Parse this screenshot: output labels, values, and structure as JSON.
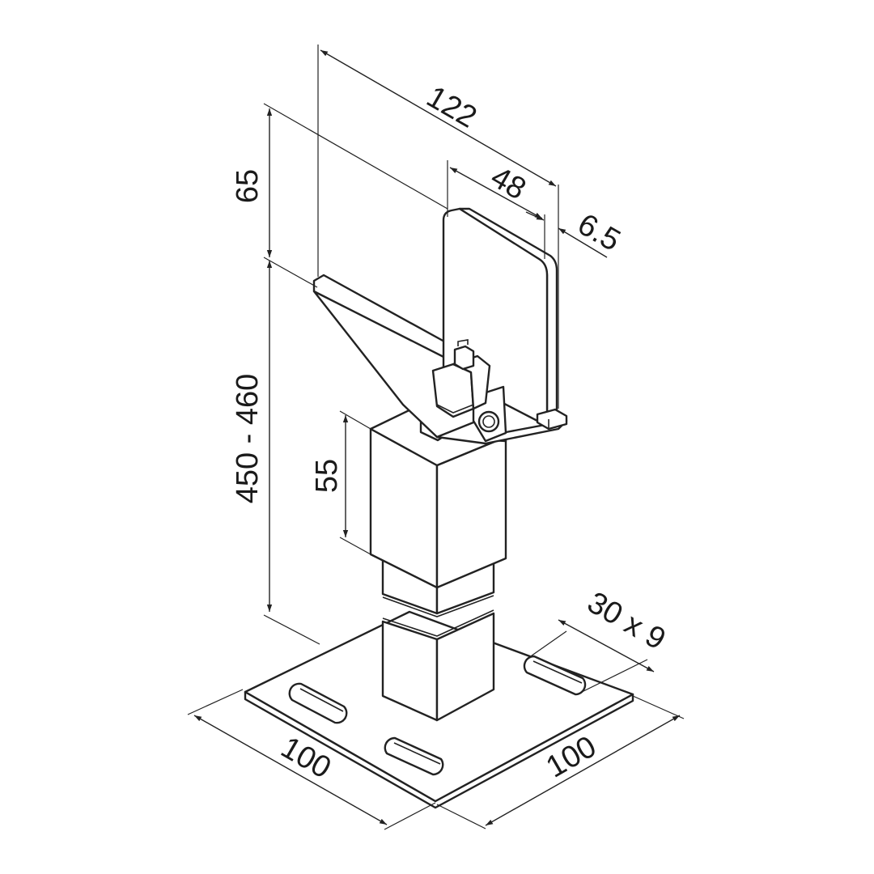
{
  "drawing": {
    "dimensions": {
      "total_length": "122",
      "plate_width": "48",
      "plate_thickness": "6.5",
      "plate_height": "65",
      "height_range": "450 - 460",
      "tube_height": "55",
      "slot_size": "30 x 9",
      "base_depth": "100",
      "base_width": "100"
    }
  }
}
